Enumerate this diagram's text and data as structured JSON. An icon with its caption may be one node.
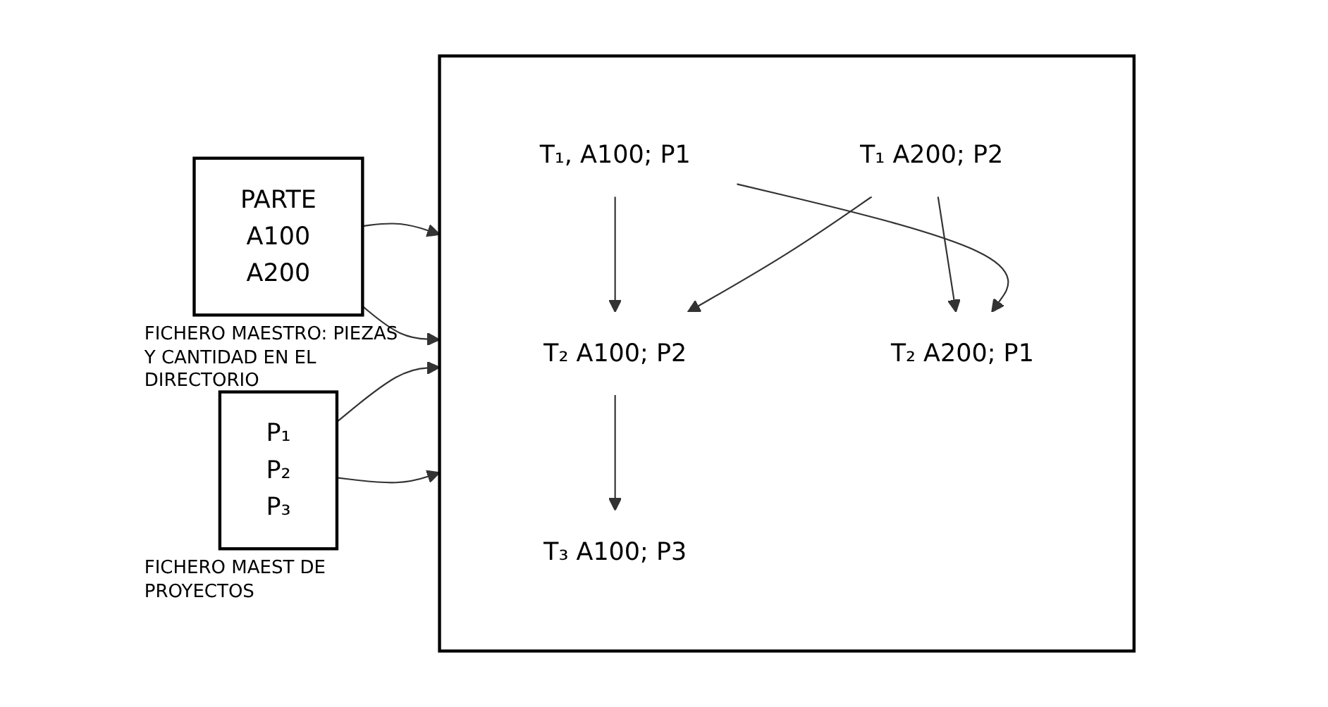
{
  "diagram": {
    "nodes": [
      {
        "text": [
          "PARTE",
          "A100",
          "A200"
        ],
        "beside": [
          "FICHERO MAESTRO: PIEZAS Y CANTIDAD EN EL DIRECTORIO"
        ]
      },
      {
        "text": [],
        "shape": "box"
      },
      {
        "text": [
          "T₁, A100; P1"
        ],
        "in": 1
      },
      {
        "text": [
          "T₁ A200; P2"
        ],
        "in": 1
      },
      {
        "text": [
          "T₂ A100; P2"
        ],
        "in": 1
      },
      {
        "text": [
          "T₂ A200; P1"
        ],
        "in": 1
      },
      {
        "text": [
          "T₃ A100; P3"
        ],
        "in": 1
      },
      {
        "text": [
          "P₁",
          "P₂",
          "P₃"
        ],
        "beside": [
          "FICHERO MAEST DE PROYECTOS"
        ]
      }
    ],
    "edges": [
      {
        "from": 0,
        "to": 1,
        "arrow": "to"
      },
      {
        "from": 0,
        "to": 1,
        "arrow": "to"
      },
      {
        "from": 7,
        "to": 1,
        "arrow": "to"
      },
      {
        "from": 7,
        "to": 1,
        "arrow": "to"
      },
      {
        "from": 2,
        "to": 4,
        "arrow": "to"
      },
      {
        "from": 4,
        "to": 6,
        "arrow": "to"
      },
      {
        "from": 3,
        "to": 5,
        "arrow": "to"
      },
      {
        "from": 2,
        "to": 5,
        "arrow": "to"
      },
      {
        "from": 3,
        "to": 4,
        "arrow": "to"
      }
    ]
  }
}
